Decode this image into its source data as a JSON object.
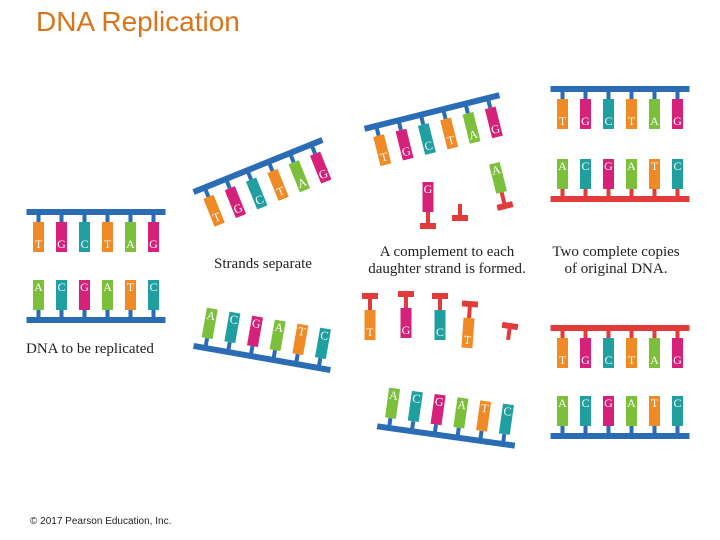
{
  "title": "DNA Replication",
  "copyright": "© 2017 Pearson Education, Inc.",
  "captions": {
    "to_be_replicated": "DNA to be replicated",
    "strands_separate": "Strands separate",
    "complement_line1": "A complement to each",
    "complement_line2": "daughter strand is formed.",
    "copies_line1": "Two complete copies",
    "copies_line2": "of original DNA."
  },
  "colors": {
    "title": "#d9741a",
    "original_backbone": "#2a6db5",
    "new_backbone": "#e23b3b",
    "base_T": "#f08a24",
    "base_A": "#7cbf3a",
    "base_G": "#d5217a",
    "base_C": "#1f9fa0"
  },
  "sequences": {
    "top_strand": [
      "T",
      "G",
      "C",
      "T",
      "A",
      "G"
    ],
    "bottom_strand": [
      "A",
      "C",
      "G",
      "A",
      "T",
      "C"
    ]
  }
}
